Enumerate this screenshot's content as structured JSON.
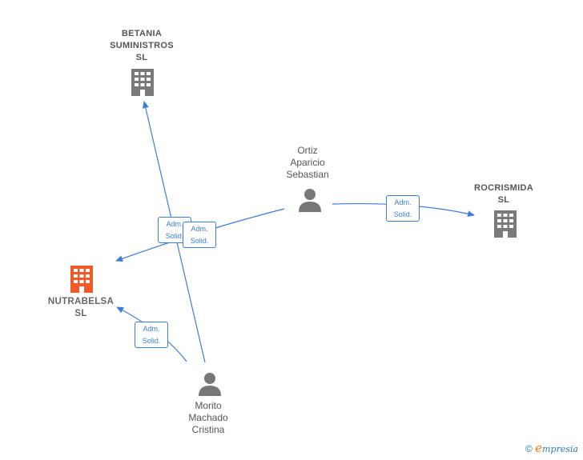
{
  "colors": {
    "edge": "#3b7dd8",
    "company": "#7a7a7a",
    "focus_company": "#f05a28",
    "person": "#777777"
  },
  "nodes": {
    "betania": {
      "label_lines": [
        "BETANIA",
        "SUMINISTROS",
        "SL"
      ],
      "icon": "building-icon"
    },
    "nutrabelsa": {
      "label_lines": [
        "NUTRABELSA",
        "SL"
      ],
      "icon": "building-icon"
    },
    "rocrismida": {
      "label_lines": [
        "ROCRISMIDA",
        "SL"
      ],
      "icon": "building-icon"
    },
    "ortiz": {
      "label_lines": [
        "Ortiz",
        "Aparicio",
        "Sebastian"
      ],
      "icon": "person-icon"
    },
    "morito": {
      "label_lines": [
        "Morito",
        "Machado",
        "Cristina"
      ],
      "icon": "person-icon"
    }
  },
  "edges": [
    {
      "from": "Morito Machado Cristina",
      "to": "BETANIA SUMINISTROS SL",
      "label_lines": [
        "Adm.",
        "Solid."
      ]
    },
    {
      "from": "Ortiz Aparicio Sebastian",
      "to": "NUTRABELSA SL",
      "label_lines": [
        "Adm.",
        "Solid."
      ]
    },
    {
      "from": "Ortiz Aparicio Sebastian",
      "to": "ROCRISMIDA SL",
      "label_lines": [
        "Adm.",
        "Solid."
      ]
    },
    {
      "from": "Morito Machado Cristina",
      "to": "NUTRABELSA SL",
      "label_lines": [
        "Adm.",
        "Solid."
      ]
    }
  ],
  "footer": {
    "copyright": "©",
    "brand_initial": "e",
    "brand_rest": "mpresia"
  }
}
